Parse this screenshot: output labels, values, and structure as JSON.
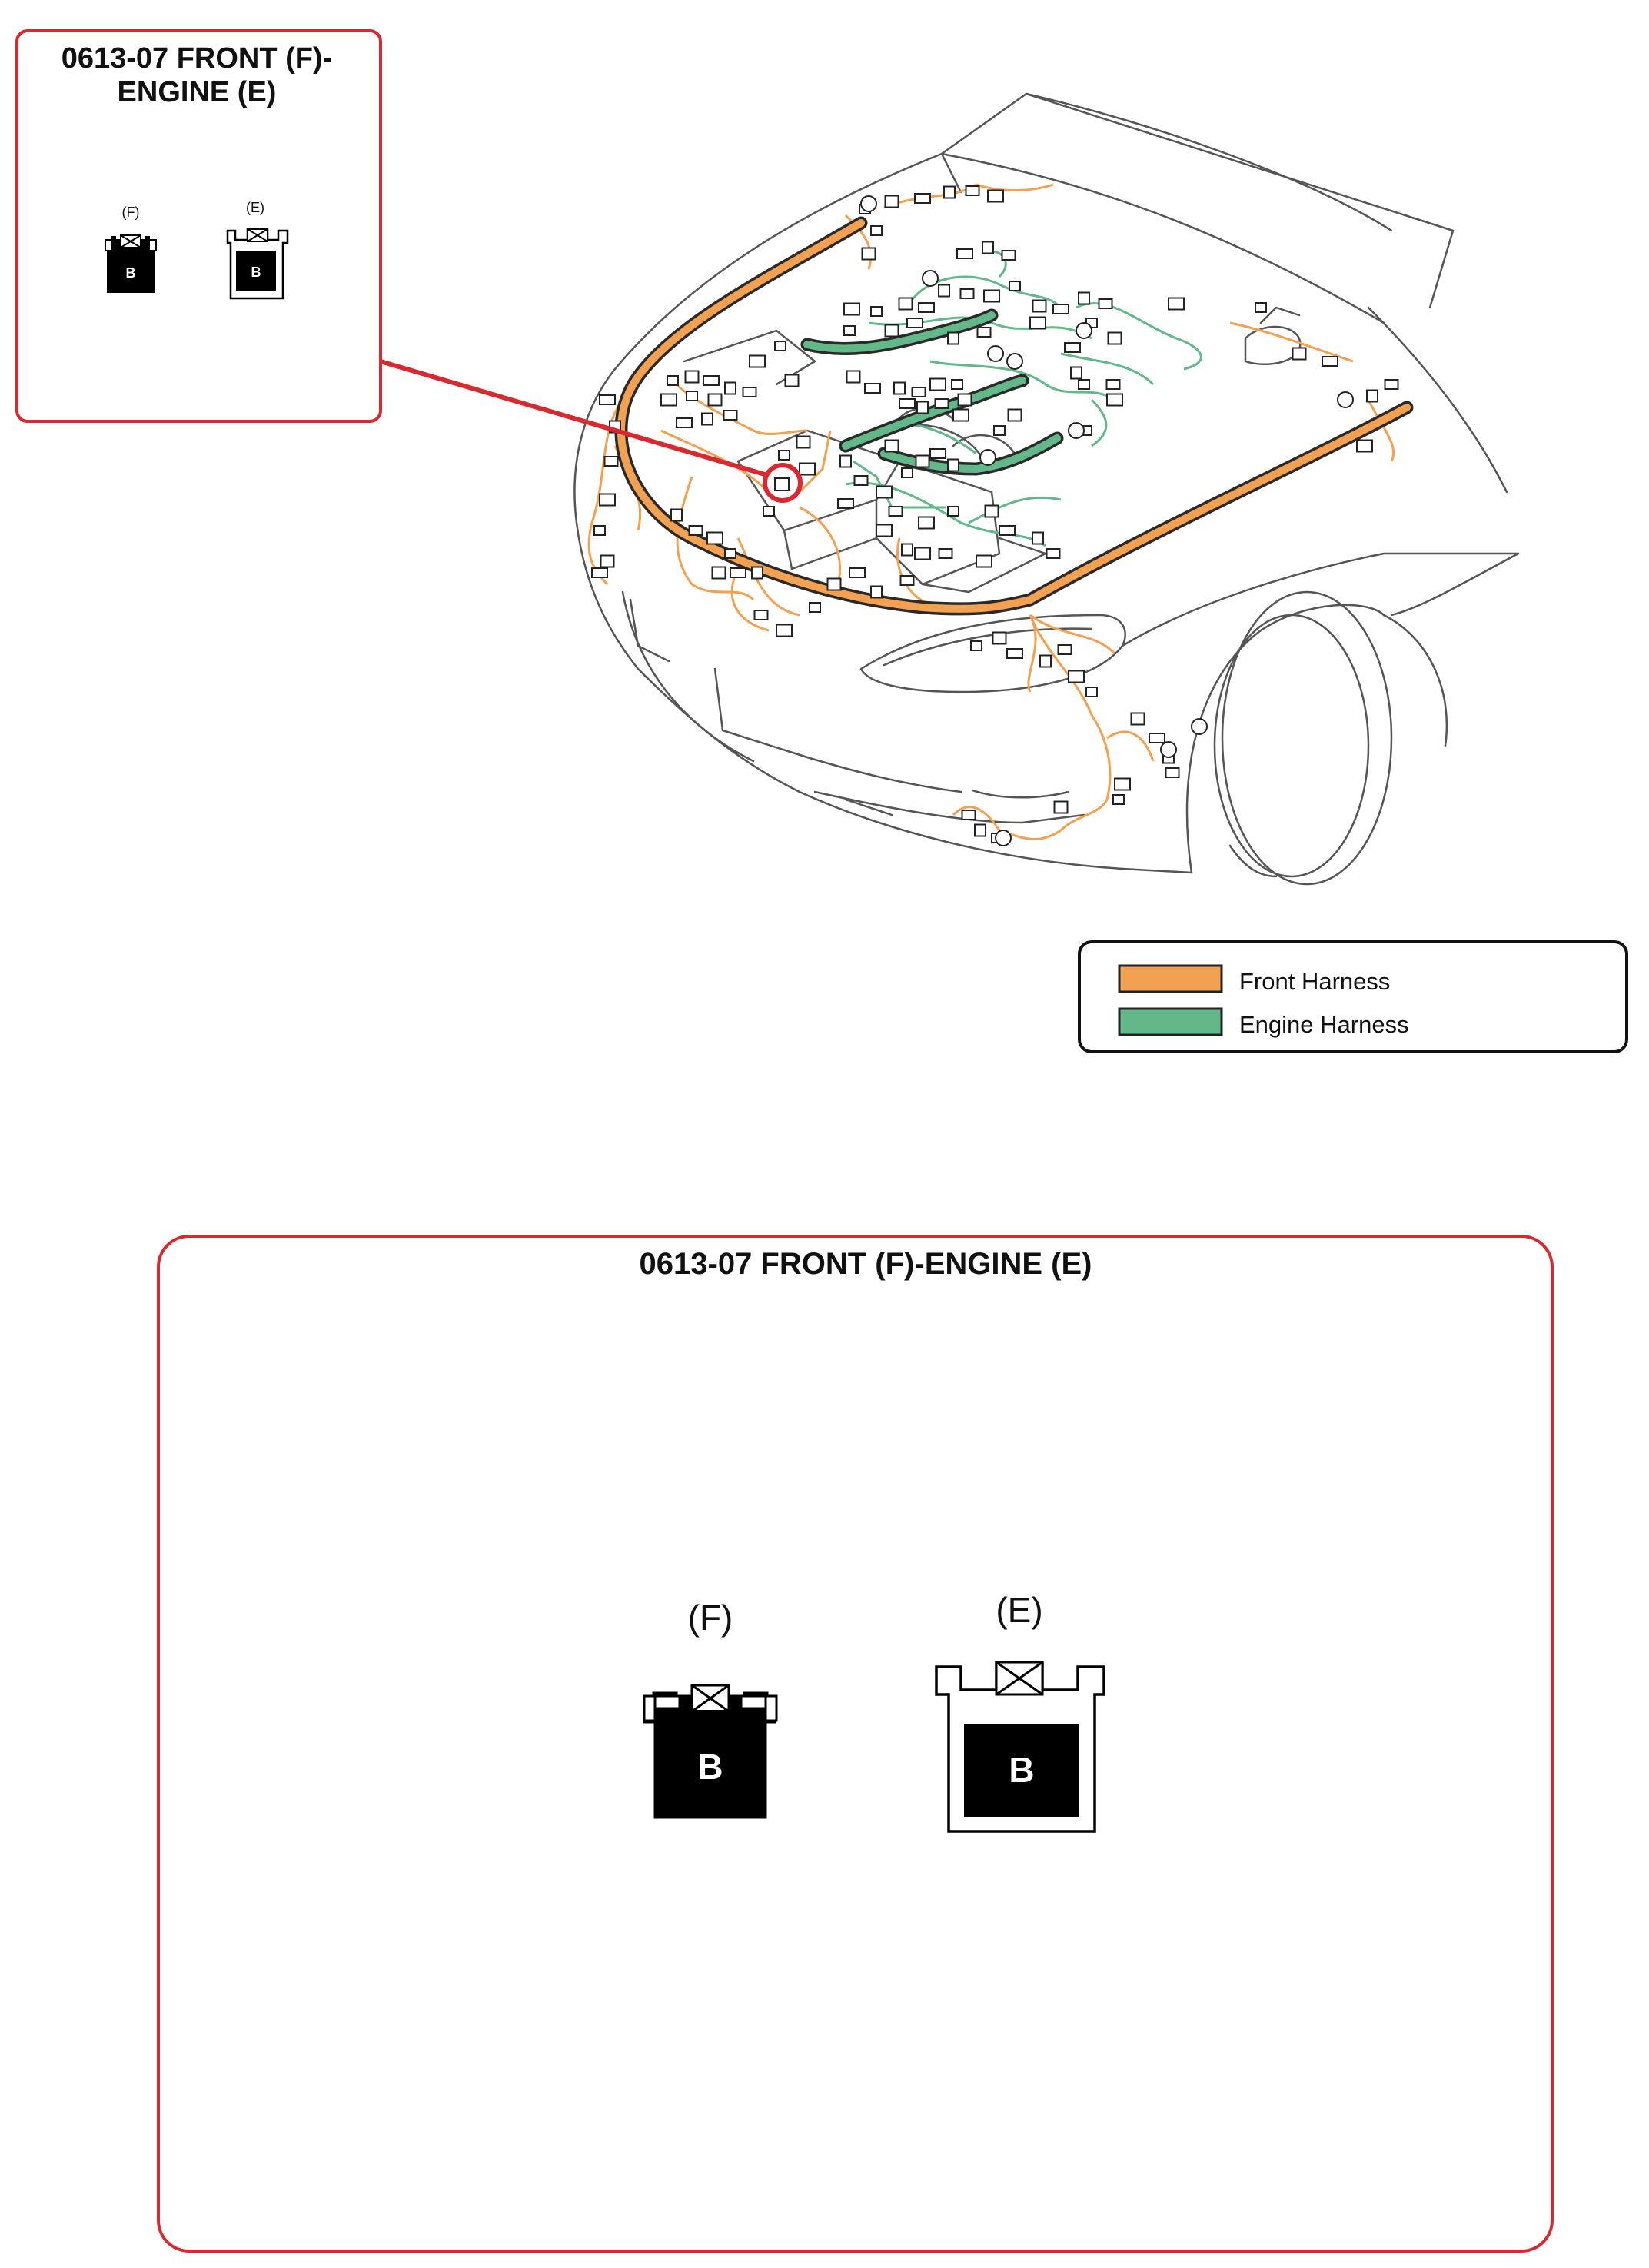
{
  "inset": {
    "title_line1": "0613-07 FRONT (F)-",
    "title_line2": "ENGINE (E)",
    "front_tag": "(F)",
    "engine_tag": "(E)",
    "front_letter": "B",
    "engine_letter": "B"
  },
  "legend": {
    "front_label": "Front Harness",
    "engine_label": "Engine Harness",
    "front_color": "#f2a152",
    "engine_color": "#63b88a"
  },
  "detail": {
    "title": "0613-07 FRONT (F)-ENGINE (E)",
    "front_tag": "(F)",
    "engine_tag": "(E)",
    "front_letter": "B",
    "engine_letter": "B"
  },
  "colors": {
    "highlight_red": "#d9282f",
    "harness_outline": "#2a2a2a",
    "car_line": "#555555"
  }
}
